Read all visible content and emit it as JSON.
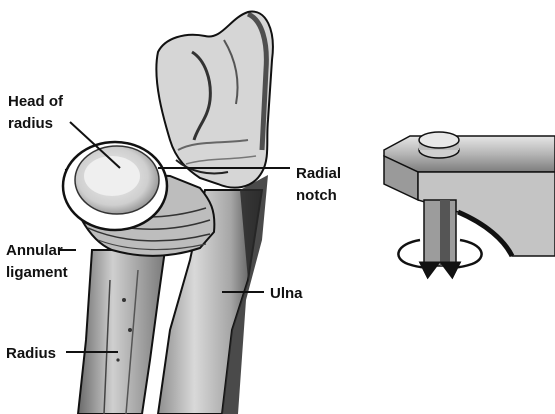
{
  "labels": {
    "head_of_radius_line1": "Head of",
    "head_of_radius_line2": "radius",
    "radial_notch_line1": "Radial",
    "radial_notch_line2": "notch",
    "annular_ligament_line1": "Annular",
    "annular_ligament_line2": "ligament",
    "ulna": "Ulna",
    "radius": "Radius"
  },
  "colors": {
    "ink": "#111111",
    "bone_light": "#d8d8d8",
    "bone_mid": "#a9a9a9",
    "bone_dark": "#5c5c5c",
    "shadow": "#1a1a1a",
    "paper": "#ffffff"
  }
}
